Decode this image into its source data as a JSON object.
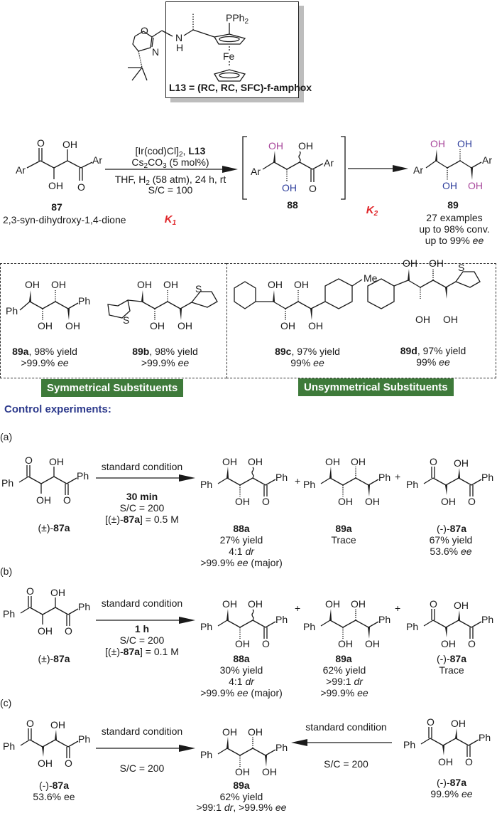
{
  "ligand": {
    "label_prefix": "L13 = (",
    "label_stereo": "R",
    "label_sub": "C",
    "label_suffix": ")-",
    "label_full": "L13 = (RC, RC, SFC)-f-amphox",
    "name_italic": "f",
    "name_rest": "-amphox",
    "atoms": {
      "O": "O",
      "N": "N",
      "NH_N": "N",
      "NH_H": "H",
      "P": "PPh",
      "P_sub": "2",
      "Fe": "Fe"
    }
  },
  "main_scheme": {
    "substrate": {
      "id": "87",
      "name": "2,3-syn-dihydroxy-1,4-dione",
      "name_pre": "2,3-",
      "name_it": "syn",
      "name_post": "-dihydroxy-1,4-dione"
    },
    "conditions": {
      "line1_pre": "[Ir(cod)Cl]",
      "line1_sub": "2",
      "line1_post": ", ",
      "line1_bold": "L13",
      "line2_pre": "Cs",
      "line2_sub1": "2",
      "line2_mid": "CO",
      "line2_sub2": "3",
      "line2_post": " (5 mol%)",
      "line3_pre": "THF, H",
      "line3_sub": "2",
      "line3_post": " (58 atm), 24 h, rt",
      "line4": "S/C = 100"
    },
    "intermediate": {
      "id": "88"
    },
    "product": {
      "id": "89",
      "summary": [
        "27 examples",
        "up to 98% conv.",
        "up to 99% "
      ],
      "ee": "ee"
    },
    "k1": {
      "letter": "K",
      "sub": "1"
    },
    "k2": {
      "letter": "K",
      "sub": "2"
    },
    "labels": {
      "Ar": "Ar",
      "OH": "OH",
      "O": "O"
    }
  },
  "examples": [
    {
      "id": "89a",
      "yield": ", 98% yield",
      "ee": ">99.9% ",
      "ee_it": "ee"
    },
    {
      "id": "89b",
      "yield": ", 98% yield",
      "ee": ">99.9% ",
      "ee_it": "ee"
    },
    {
      "id": "89c",
      "yield": ", 97% yield",
      "ee": "99% ",
      "ee_it": "ee"
    },
    {
      "id": "89d",
      "yield": ", 97% yield",
      "ee": "99% ",
      "ee_it": "ee"
    }
  ],
  "badges": {
    "symmetrical": "Symmetrical Substituents",
    "unsymmetrical": "Unsymmetrical Substituents"
  },
  "colors": {
    "badge_bg": "#3e7a3a",
    "heading": "#2d3a8c",
    "k_label": "#e0262a",
    "oh_magenta": "#a8479b",
    "oh_blue": "#2f3f9c"
  },
  "control": {
    "heading": "Control experiments:",
    "a": {
      "tag": "(a)",
      "sm_pre": "(±)-",
      "sm_id": "87a",
      "arrow_top": "standard condition",
      "arrow_time": "30 min",
      "arrow_sc": "S/C = 200",
      "arrow_conc_pre": "[(±)-",
      "arrow_conc_id": "87a",
      "arrow_conc_post": "] = 0.5 M",
      "p1": {
        "id": "88a",
        "l1": "27% yield",
        "l2_pre": "4:1 ",
        "l2_it": "dr",
        "l3_pre": ">99.9% ",
        "l3_it": "ee",
        "l3_post": " (major)"
      },
      "p2": {
        "id": "89a",
        "l1": "Trace"
      },
      "p3": {
        "pre": "(-)-",
        "id": "87a",
        "l1": "67% yield",
        "l2_pre": "53.6% ",
        "l2_it": "ee"
      }
    },
    "b": {
      "tag": "(b)",
      "sm_pre": "(±)-",
      "sm_id": "87a",
      "arrow_top": "standard condition",
      "arrow_time": "1 h",
      "arrow_sc": "S/C = 200",
      "arrow_conc_pre": "[(±)-",
      "arrow_conc_id": "87a",
      "arrow_conc_post": "] = 0.1 M",
      "p1": {
        "id": "88a",
        "l1": "30% yield",
        "l2_pre": "4:1 ",
        "l2_it": "dr",
        "l3_pre": ">99.9% ",
        "l3_it": "ee",
        "l3_post": " (major)"
      },
      "p2": {
        "id": "89a",
        "l1": "62% yield",
        "l2_pre": ">99:1 ",
        "l2_it": "dr",
        "l3_pre": ">99.9% ",
        "l3_it": "ee"
      },
      "p3": {
        "pre": "(-)-",
        "id": "87a",
        "l1": "Trace"
      }
    },
    "c": {
      "tag": "(c)",
      "left": {
        "pre": "(-)-",
        "id": "87a",
        "ee": "53.6% ee"
      },
      "left_arrow_top": "standard condition",
      "left_arrow_bottom": "S/C = 200",
      "product": {
        "id": "89a",
        "l1": "62% yield",
        "l2_a": ">99:1 ",
        "l2_b": "dr",
        "l2_c": ", >99.9% ",
        "l2_d": "ee"
      },
      "right_arrow_top": "standard condition",
      "right_arrow_bottom": "S/C = 200",
      "right": {
        "pre": "(-)-",
        "id": "87a",
        "ee_pre": "99.9% ",
        "ee_it": "ee"
      }
    },
    "plus": "+",
    "Ph": "Ph"
  }
}
